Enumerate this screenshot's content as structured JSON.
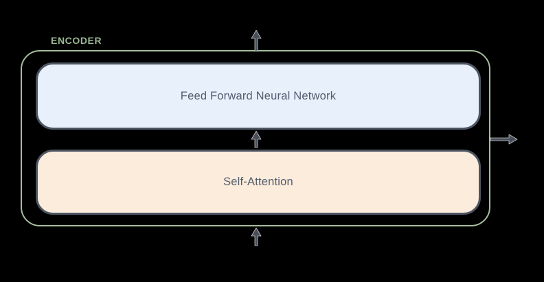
{
  "diagram": {
    "title": "ENCODER",
    "blocks": [
      {
        "id": "feed-forward",
        "label": "Feed Forward Neural Network",
        "fill": "#e7f0fb"
      },
      {
        "id": "self-attention",
        "label": "Self-Attention",
        "fill": "#fbecdc"
      }
    ],
    "arrows": [
      {
        "name": "input-arrow-up",
        "direction": "up",
        "position": "below-encoder"
      },
      {
        "name": "inter-block-arrow-up",
        "direction": "up",
        "position": "between-blocks"
      },
      {
        "name": "output-arrow-up",
        "direction": "up",
        "position": "above-encoder"
      },
      {
        "name": "output-arrow-right",
        "direction": "right",
        "position": "right-of-encoder"
      }
    ],
    "colors": {
      "background": "#000000",
      "encoder_border": "#a4bf9c",
      "encoder_label": "#9cb893",
      "ffnn_fill": "#e7f0fb",
      "self_attention_fill": "#fbecdc",
      "block_border": "#4d5562",
      "block_text": "#535d6d",
      "arrow": "#484f5a"
    }
  }
}
